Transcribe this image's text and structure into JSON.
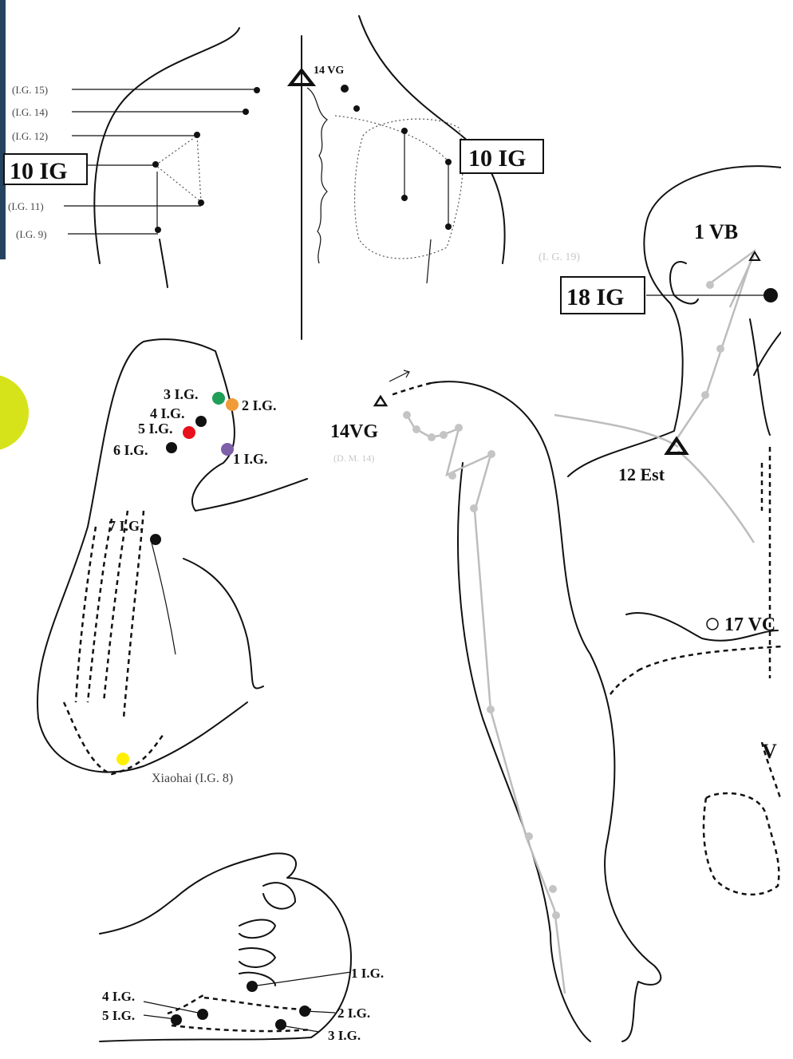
{
  "colors": {
    "edge_bar": "#25425f",
    "accent_circle": "#d6e31a",
    "marker_green": "#1e9e57",
    "marker_orange": "#f19a38",
    "marker_red": "#e8101a",
    "marker_purple": "#7d60a8",
    "marker_yellow": "#ffef00"
  },
  "shoulder_back": {
    "labels": {
      "ig15": "(I.G. 15)",
      "ig14": "(I.G. 14)",
      "ig12": "(I.G. 12)",
      "ig11": "(I.G. 11)",
      "ig9": "(I.G. 9)"
    },
    "box_left": "10 IG",
    "box_right": "10 IG",
    "vg14": "14 VG"
  },
  "head_neck": {
    "vb1": "1 VB",
    "ig19_faded": "(I. G. 19)",
    "box_18ig": "18 IG",
    "est12": "12 Est",
    "vc17": "17 VC",
    "vg14": "14VG",
    "faded_dm14": "(D. M. 14)",
    "partial_v": "V"
  },
  "hand_side": {
    "ig3": "3 I.G.",
    "ig2": "2 I.G.",
    "ig4": "4 I.G.",
    "ig5": "5 I.G.",
    "ig6": "6 I.G.",
    "ig1": "1 I.G.",
    "ig7": "7 I.G.",
    "xiaohai": "Xiaohai (I.G. 8)"
  },
  "fist": {
    "ig1": "1 I.G.",
    "ig4": "4 I.G.",
    "ig5": "5 I.G.",
    "ig2": "2 I.G.",
    "ig3": "3 I.G."
  }
}
